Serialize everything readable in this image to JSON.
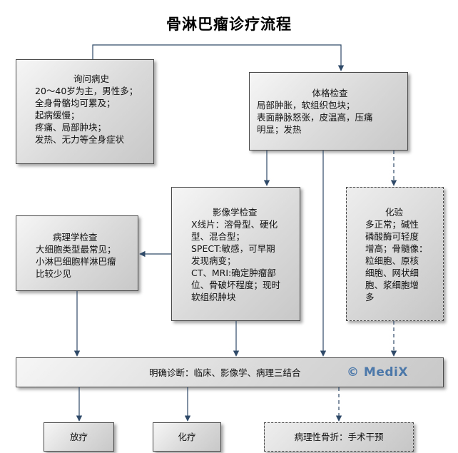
{
  "title": "骨淋巴瘤诊疗流程",
  "history": {
    "title": "询问病史",
    "lines": [
      "20～40岁为主，男性多；",
      "全身骨骼均可累及；",
      "起病缓慢；",
      "疼痛、局部肿块；",
      "发热、无力等全身症状"
    ]
  },
  "physical": {
    "title": "体格检查",
    "lines": [
      "局部肿胀，软组织包块；",
      "表面静脉怒张，皮温高，压痛",
      "明显；发热"
    ]
  },
  "imaging": {
    "title": "影像学检查",
    "lines": [
      "X线片：溶骨型、硬化",
      "型、混合型；",
      "SPECT:敏感，可早期",
      "发现病变；",
      "CT、MRI:确定肿瘤部",
      "位、骨破坏程度；现时",
      "软组织肿块"
    ]
  },
  "lab": {
    "title": "化验",
    "lines": [
      "多正常；碱性",
      "磷酸酶可轻度",
      "增高；骨髓像：",
      "粒细胞、原核",
      "细胞、网状细",
      "胞、浆细胞增",
      "多"
    ]
  },
  "pathology": {
    "title": "病理学检查",
    "lines": [
      "大细胞类型最常见；",
      "小淋巴细胞样淋巴瘤",
      "比较少见"
    ]
  },
  "diagnosis": {
    "label": "明确诊断：临床、影像学、病理三结合"
  },
  "treatments": {
    "radio": "放疗",
    "chemo": "化疗",
    "fracture": "病理性骨折：手术干预"
  },
  "watermark": "© MediX",
  "colors": {
    "arrow": "#2f4a68",
    "border": "#4a4a4a",
    "watermark": "#3f6fa6"
  }
}
